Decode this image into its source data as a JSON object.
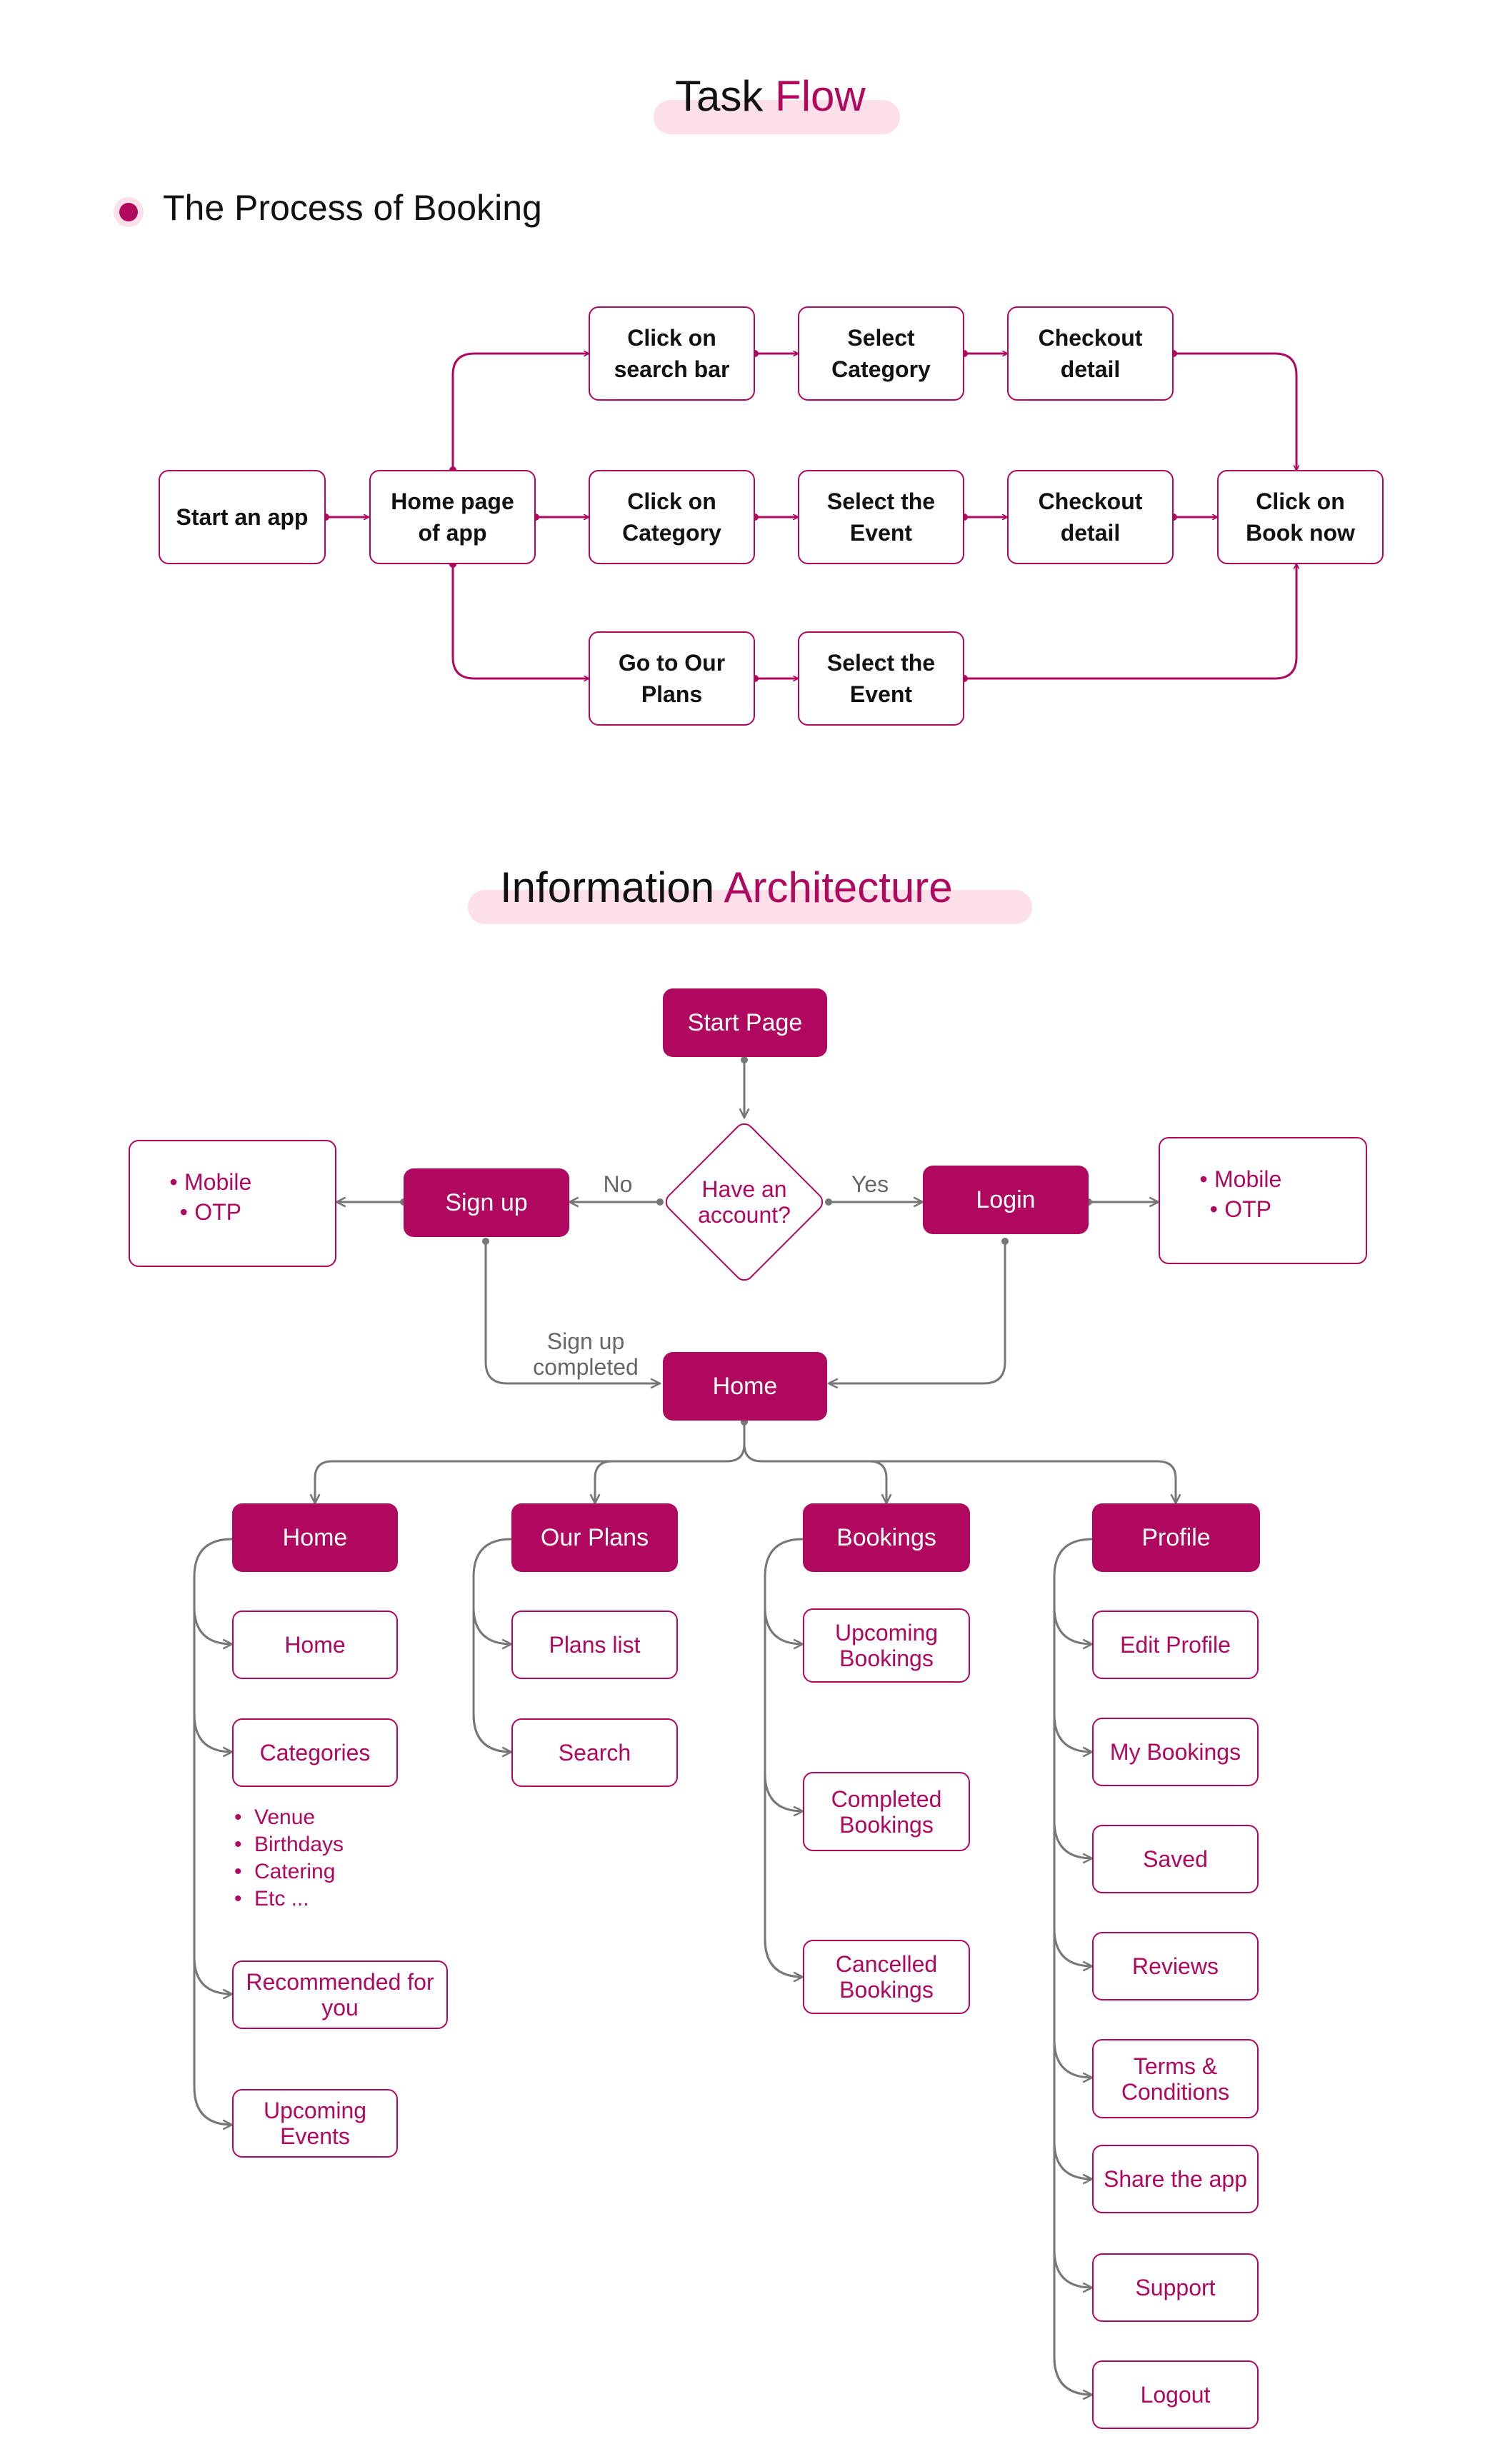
{
  "colors": {
    "accent": "#b0075f",
    "highlight": "#fbdfe9",
    "connector_ia": "#777777"
  },
  "task_flow": {
    "title_main": "Task",
    "title_accent": "Flow",
    "subtitle": "The Process of Booking",
    "nodes": {
      "start_app": "Start an app",
      "home_page": "Home page of app",
      "search_bar": "Click on search bar",
      "select_category": "Select Category",
      "checkout_1": "Checkout detail",
      "click_category": "Click on Category",
      "select_event_1": "Select the Event",
      "checkout_2": "Checkout detail",
      "book_now": "Click on Book now",
      "our_plans": "Go to Our Plans",
      "select_event_2": "Select the Event"
    }
  },
  "ia": {
    "title_main": "Information",
    "title_accent": "Architecture",
    "start_page": "Start Page",
    "question": "Have an account?",
    "no_label": "No",
    "yes_label": "Yes",
    "sign_up": "Sign up",
    "login": "Login",
    "signup_methods": [
      "Mobile",
      "OTP"
    ],
    "login_methods": [
      "Mobile",
      "OTP"
    ],
    "signup_completed": "Sign up completed",
    "home": "Home",
    "sections": [
      {
        "title": "Home",
        "items": [
          "Home",
          "Categories",
          "Recommended for you",
          "Upcoming Events"
        ],
        "categories": [
          "Venue",
          "Birthdays",
          "Catering",
          "Etc ..."
        ]
      },
      {
        "title": "Our Plans",
        "items": [
          "Plans list",
          "Search"
        ]
      },
      {
        "title": "Bookings",
        "items": [
          "Upcoming Bookings",
          "Completed Bookings",
          "Cancelled Bookings"
        ]
      },
      {
        "title": "Profile",
        "items": [
          "Edit Profile",
          "My Bookings",
          "Saved",
          "Reviews",
          "Terms & Conditions",
          "Share the app",
          "Support",
          "Logout"
        ]
      }
    ]
  }
}
